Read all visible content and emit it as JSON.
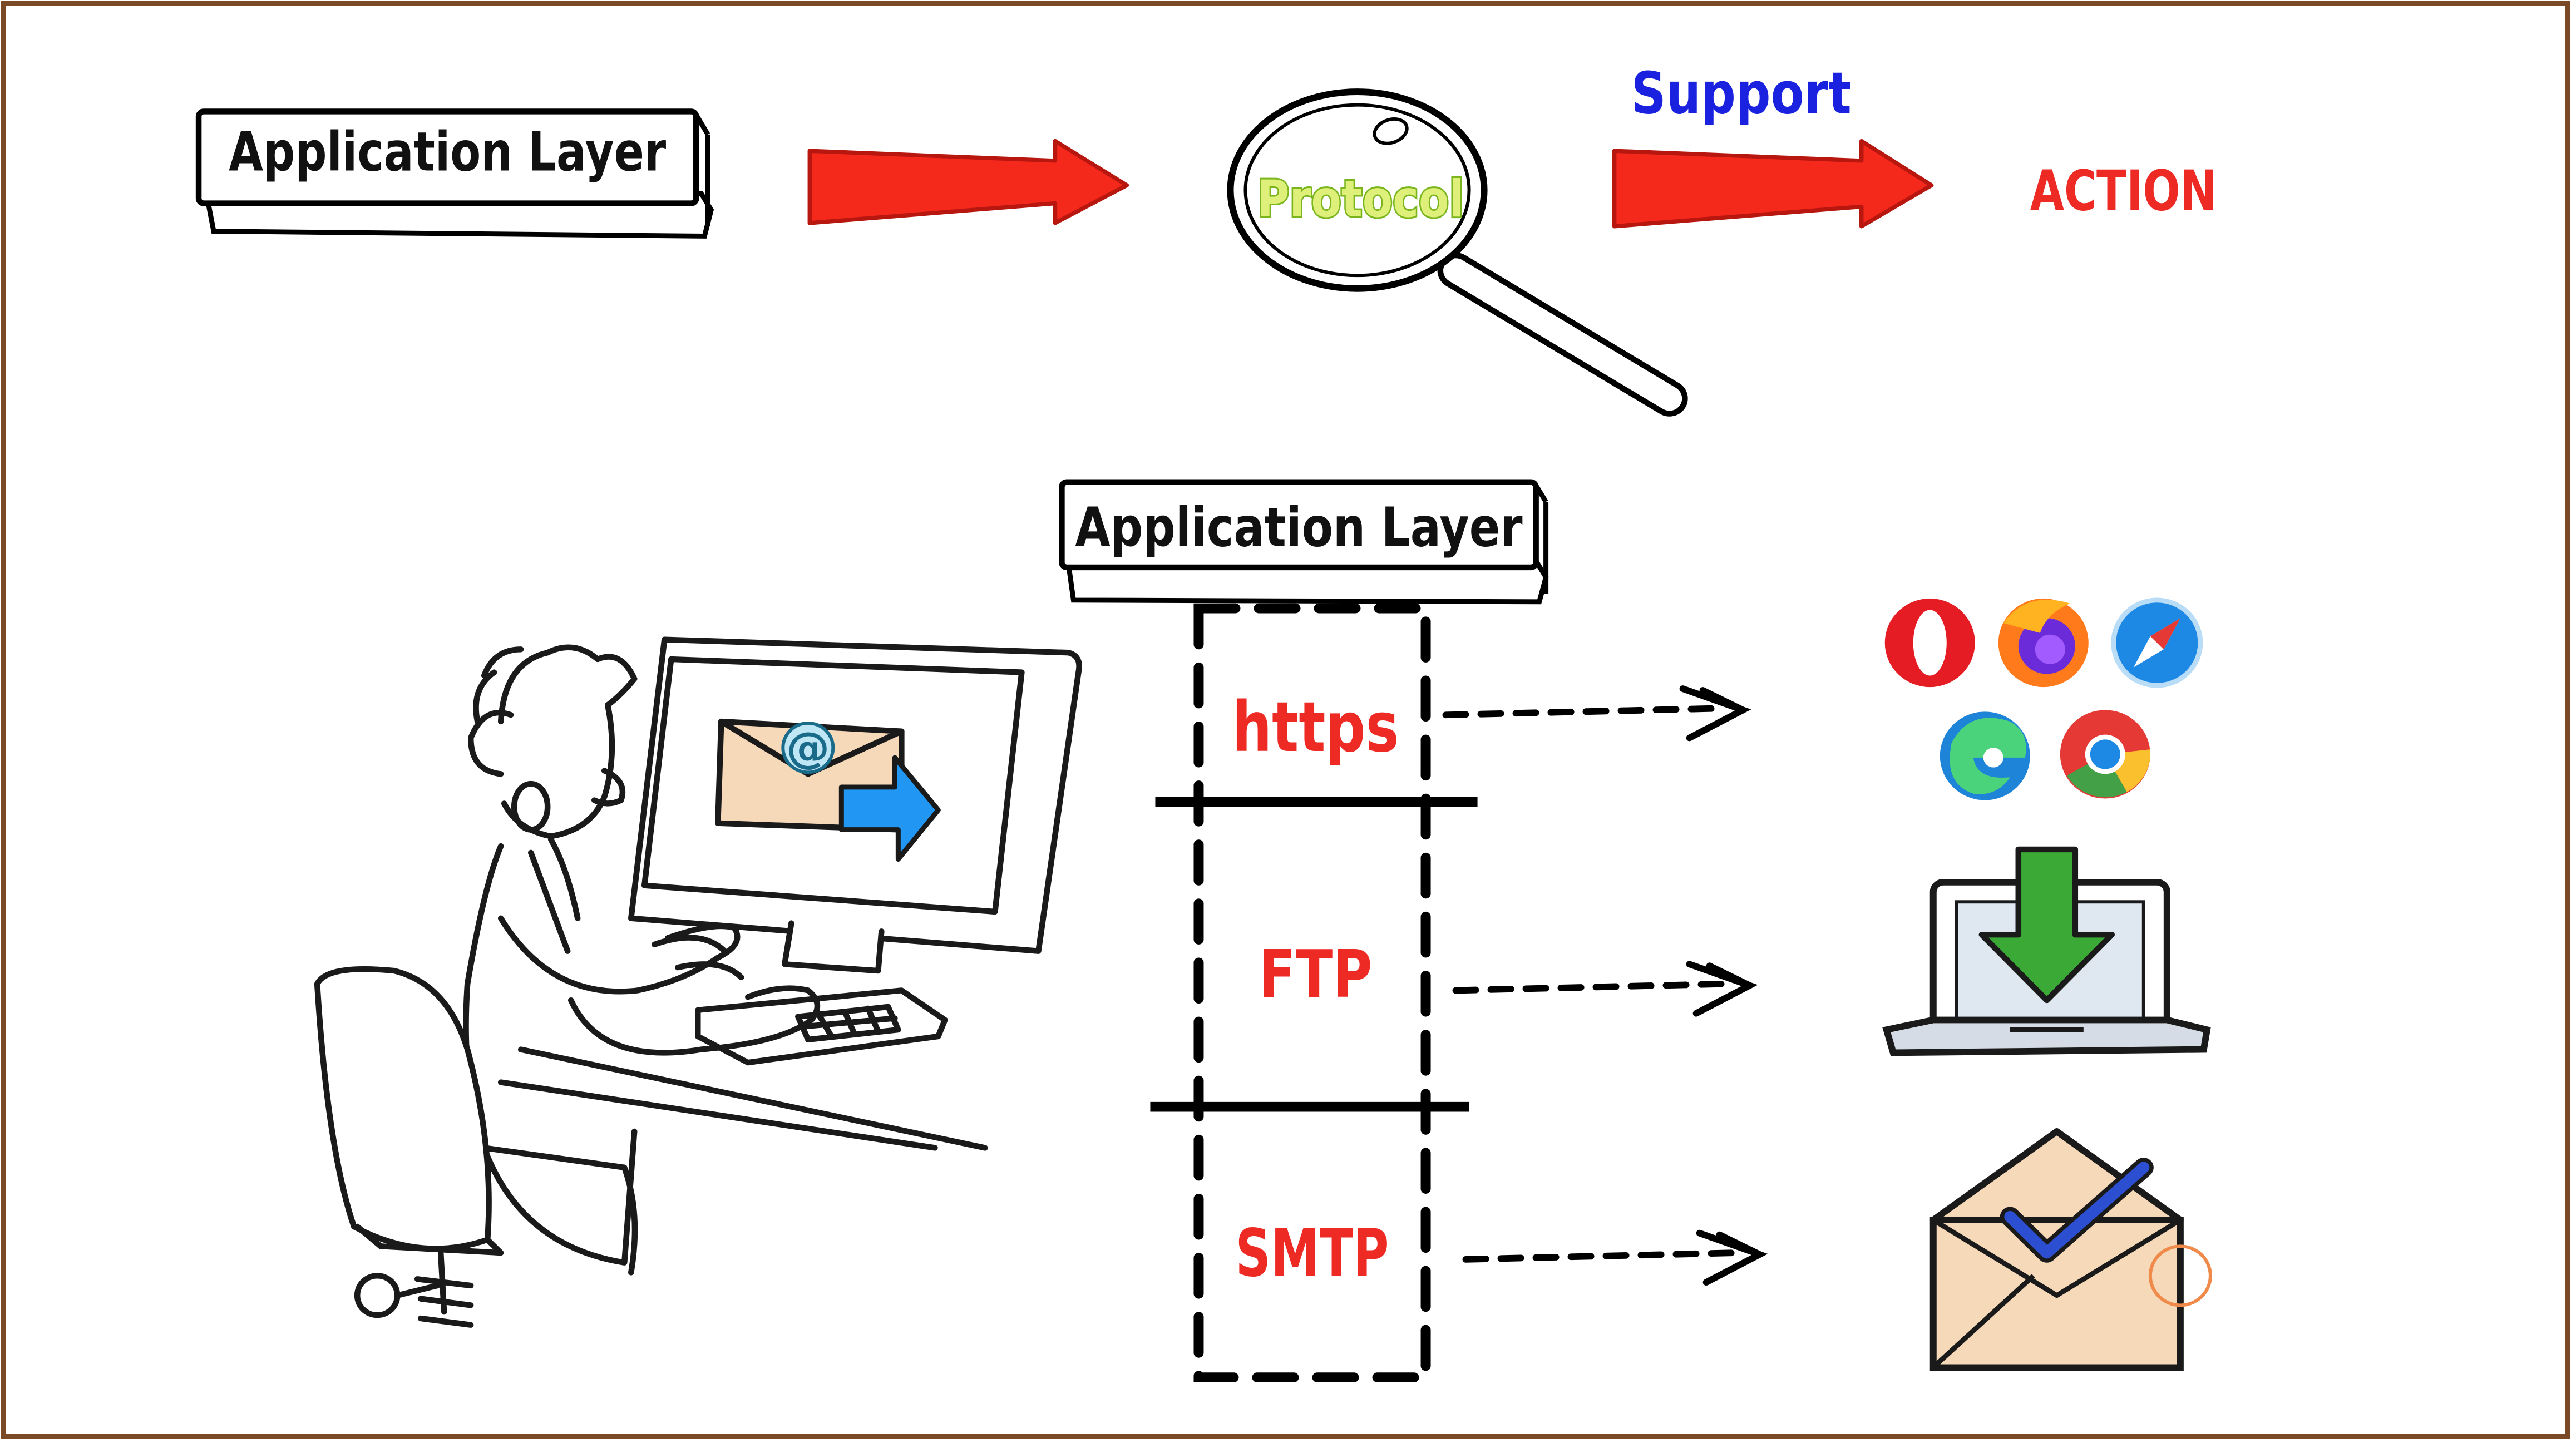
{
  "flow": {
    "box_label": "Application Layer",
    "lens_label": "Protocol",
    "support_label": "Support",
    "action_label": "ACTION"
  },
  "stack": {
    "box_label": "Application Layer",
    "protocols": [
      {
        "label": "https",
        "target_icon": "web-browsers-icon"
      },
      {
        "label": "FTP",
        "target_icon": "laptop-download-icon"
      },
      {
        "label": "SMTP",
        "target_icon": "open-envelope-check-icon"
      }
    ]
  },
  "illustration": {
    "screen_symbol": "@",
    "icons": [
      "user-at-computer-illustration",
      "email-at-icon",
      "send-arrow-icon"
    ]
  },
  "browsers": [
    "opera-icon",
    "firefox-icon",
    "safari-icon",
    "edge-icon",
    "chrome-icon"
  ],
  "colors": {
    "arrow_red": "#f5281c",
    "protocol_text_red": "#ee2a24",
    "support_blue": "#1a22e0",
    "lens_label_green": "#7ab51d",
    "lens_label_fill": "#dff07a",
    "frame_brown": "#7a4a26",
    "download_green": "#3aa935",
    "send_blue": "#2196f3",
    "envelope_tan": "#f5d9b8",
    "check_blue": "#1f3aa8"
  }
}
